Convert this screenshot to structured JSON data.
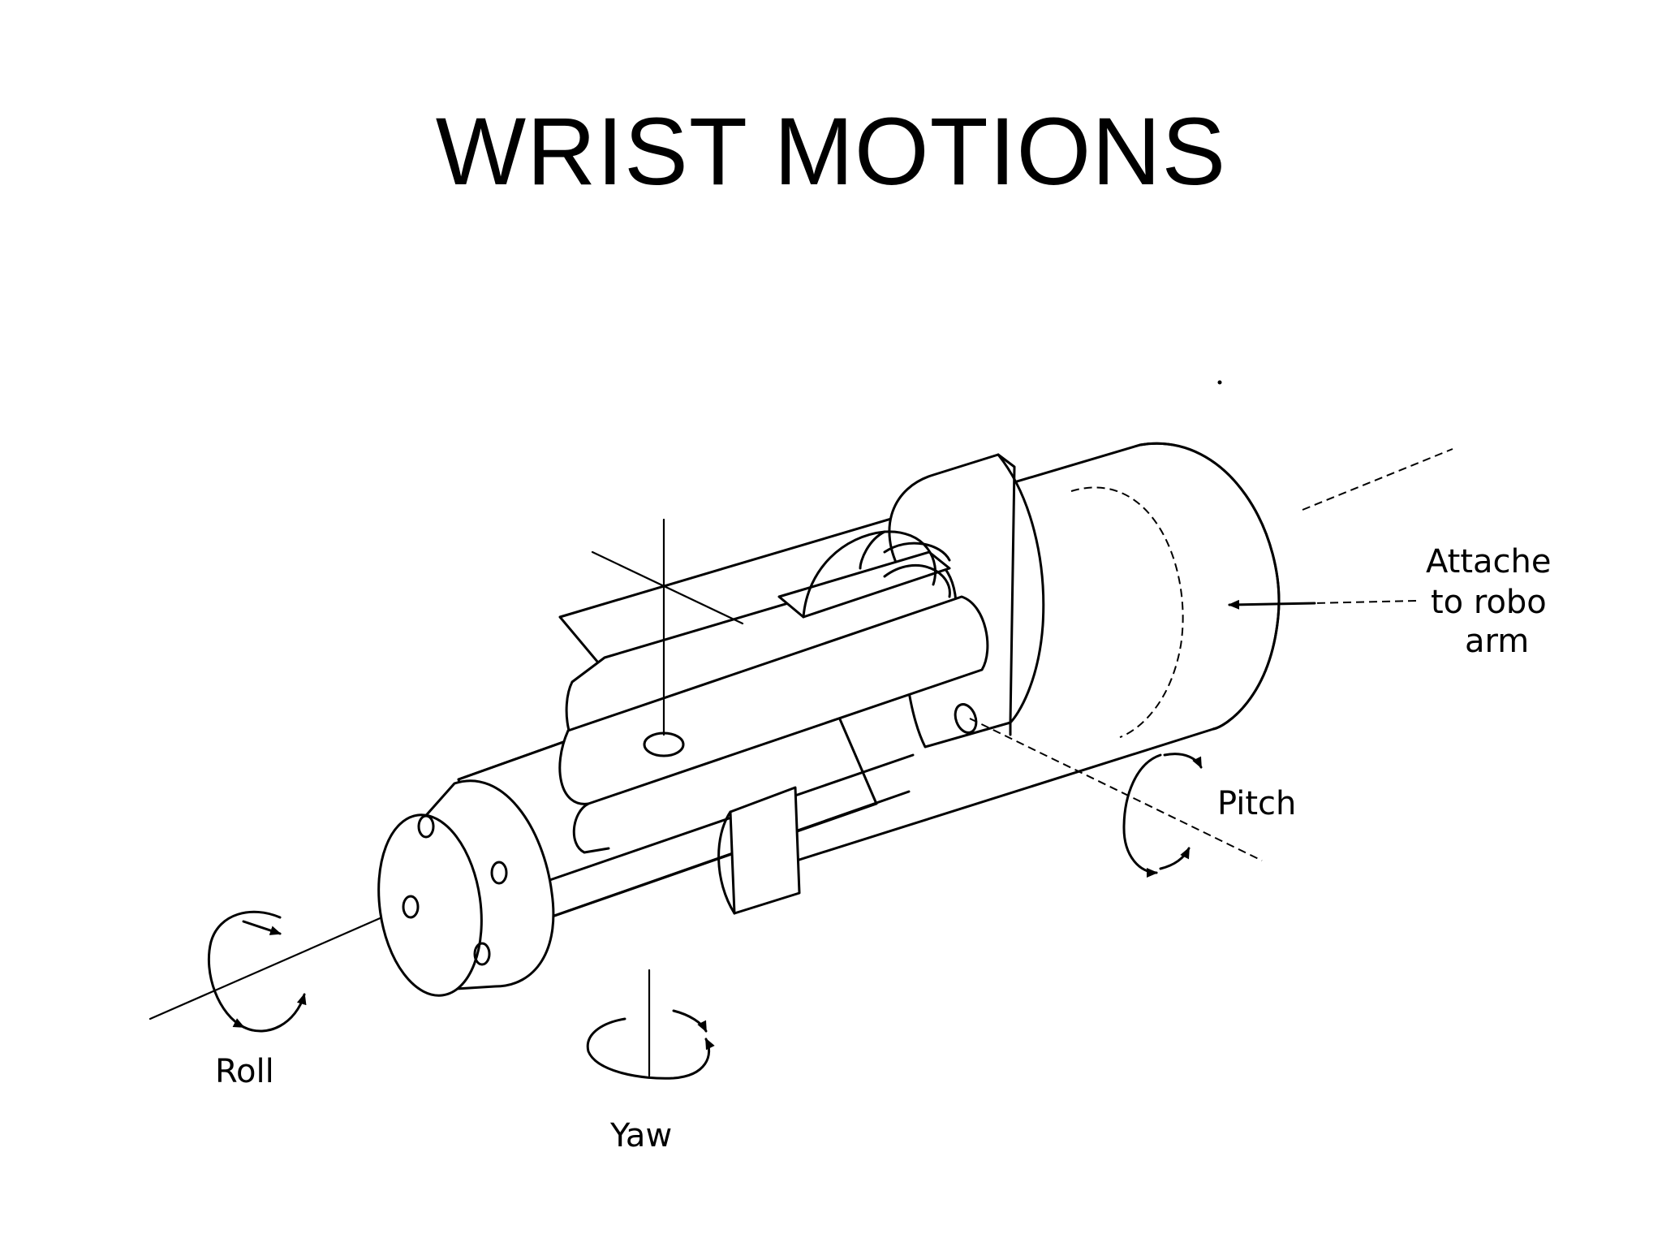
{
  "slide": {
    "title": "WRIST MOTIONS"
  },
  "diagram": {
    "labels": {
      "roll": "Roll",
      "yaw": "Yaw",
      "pitch": "Pitch",
      "attach_line1": "Attache",
      "attach_line2": "to robo",
      "attach_line3": "arm"
    }
  }
}
